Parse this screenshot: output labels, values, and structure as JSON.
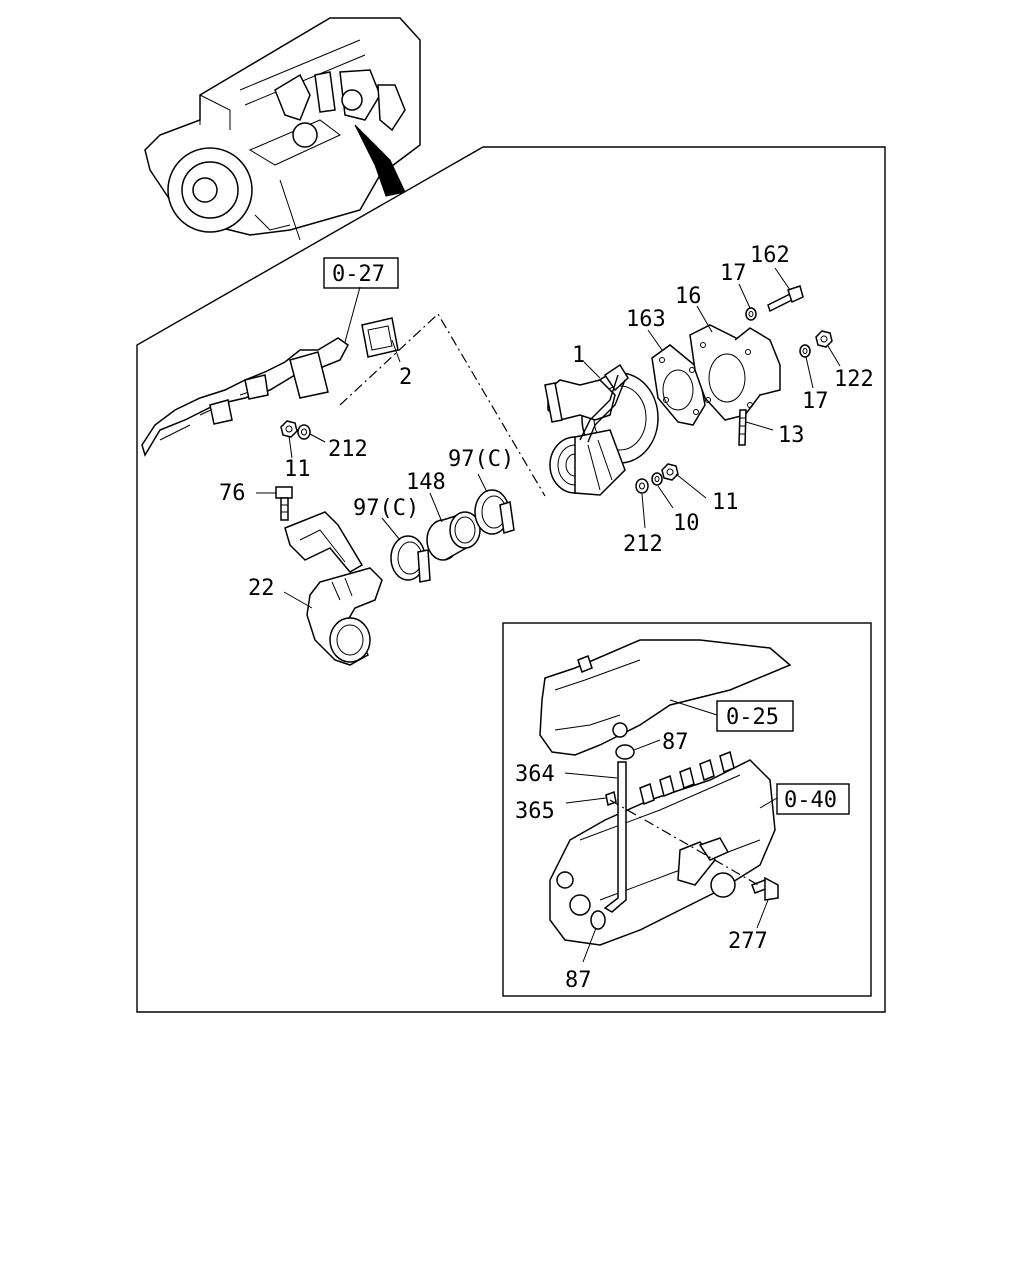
{
  "colors": {
    "line": "#000000",
    "background": "#ffffff"
  },
  "reference_boxes": {
    "ref_0_27": "0-27",
    "ref_0_25": "0-25",
    "ref_0_40": "0-40"
  },
  "callouts": {
    "c1": "1",
    "c2": "2",
    "c10": "10",
    "c11_left": "11",
    "c11_right": "11",
    "c13": "13",
    "c16": "16",
    "c17_top": "17",
    "c17_right": "17",
    "c22": "22",
    "c76": "76",
    "c87_top": "87",
    "c87_bottom": "87",
    "c97c_left": "97(C)",
    "c97c_right": "97(C)",
    "c122": "122",
    "c148": "148",
    "c162": "162",
    "c163": "163",
    "c212_left": "212",
    "c212_right": "212",
    "c277": "277",
    "c364": "364",
    "c365": "365"
  }
}
